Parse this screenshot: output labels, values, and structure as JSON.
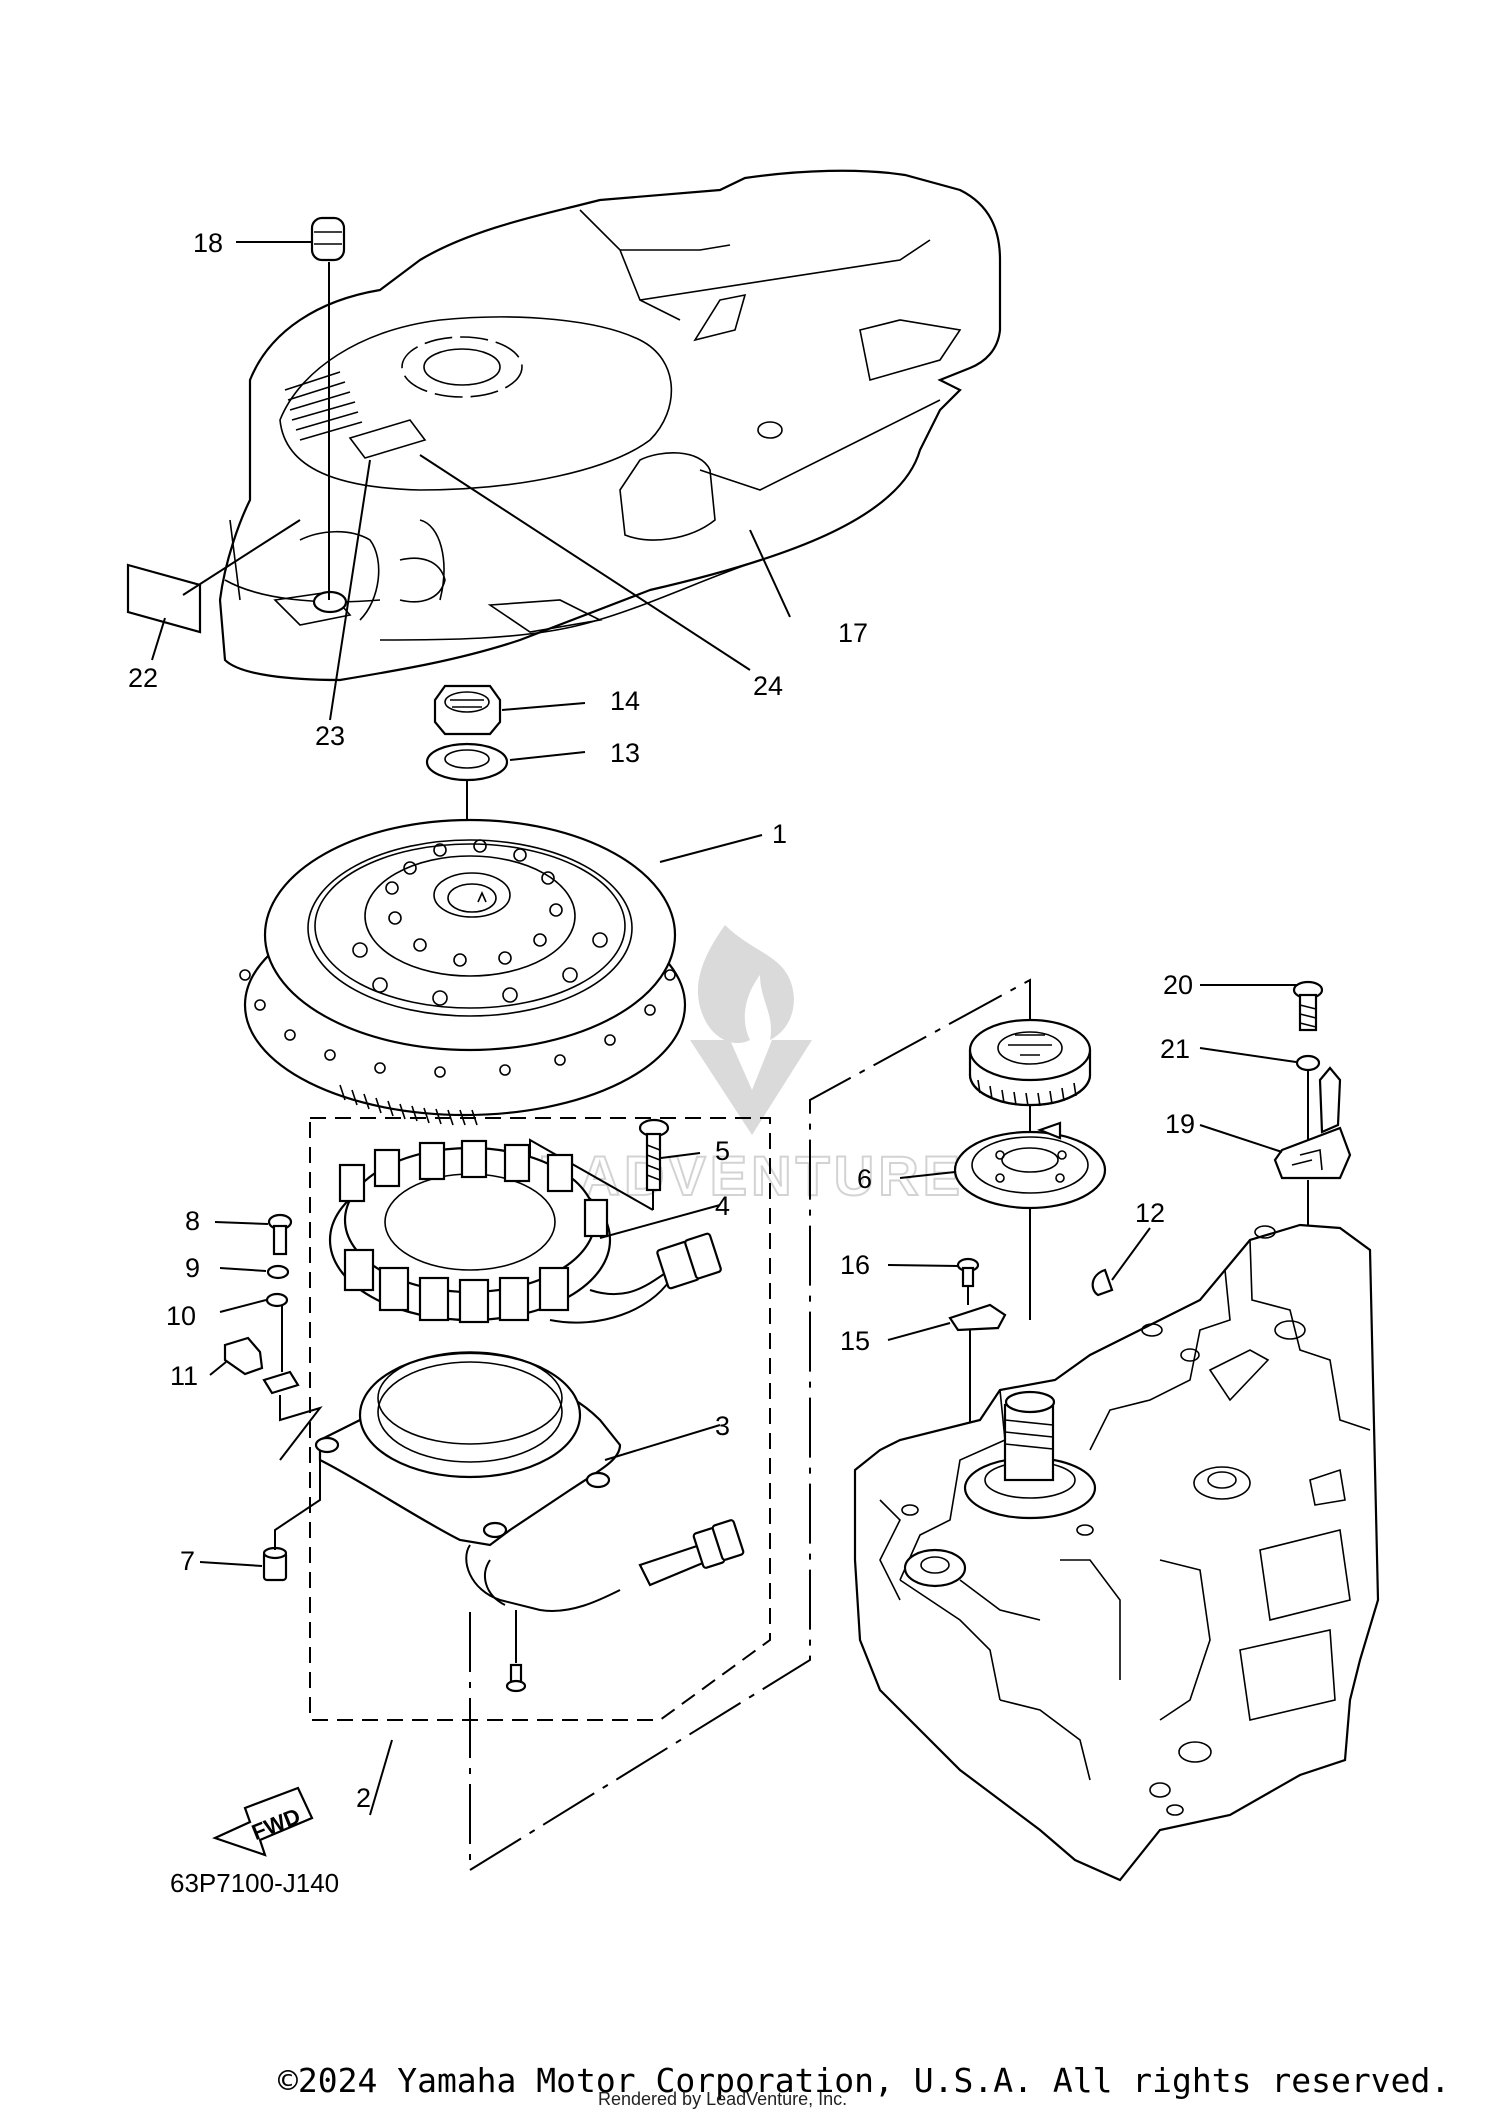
{
  "diagram": {
    "callouts": [
      "1",
      "2",
      "3",
      "4",
      "5",
      "6",
      "7",
      "8",
      "9",
      "10",
      "11",
      "12",
      "13",
      "14",
      "15",
      "16",
      "17",
      "18",
      "19",
      "20",
      "21",
      "22",
      "23",
      "24"
    ],
    "figure_code": "63P7100-J140",
    "fwd_label": "FWD",
    "watermark": "LEADVENTURE",
    "copyright": "©2024 Yamaha Motor Corporation, U.S.A. All rights reserved.",
    "rendered_by": "Rendered by LeadVenture, Inc."
  }
}
